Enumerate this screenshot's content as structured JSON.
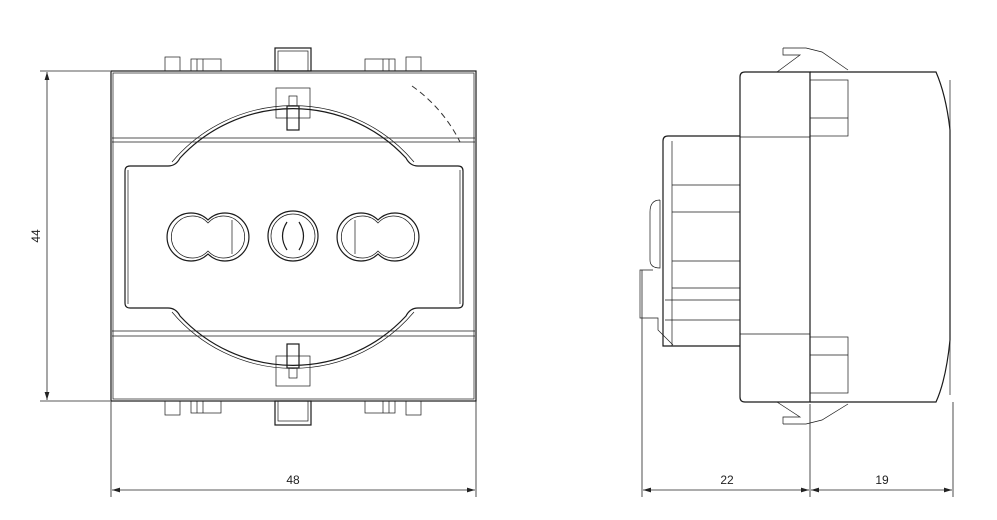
{
  "dimensions": {
    "front_height": "44",
    "front_width": "48",
    "side_depth_rear": "22",
    "side_depth_front": "19"
  },
  "colors": {
    "line": "#1a1a1a",
    "background": "#ffffff"
  }
}
